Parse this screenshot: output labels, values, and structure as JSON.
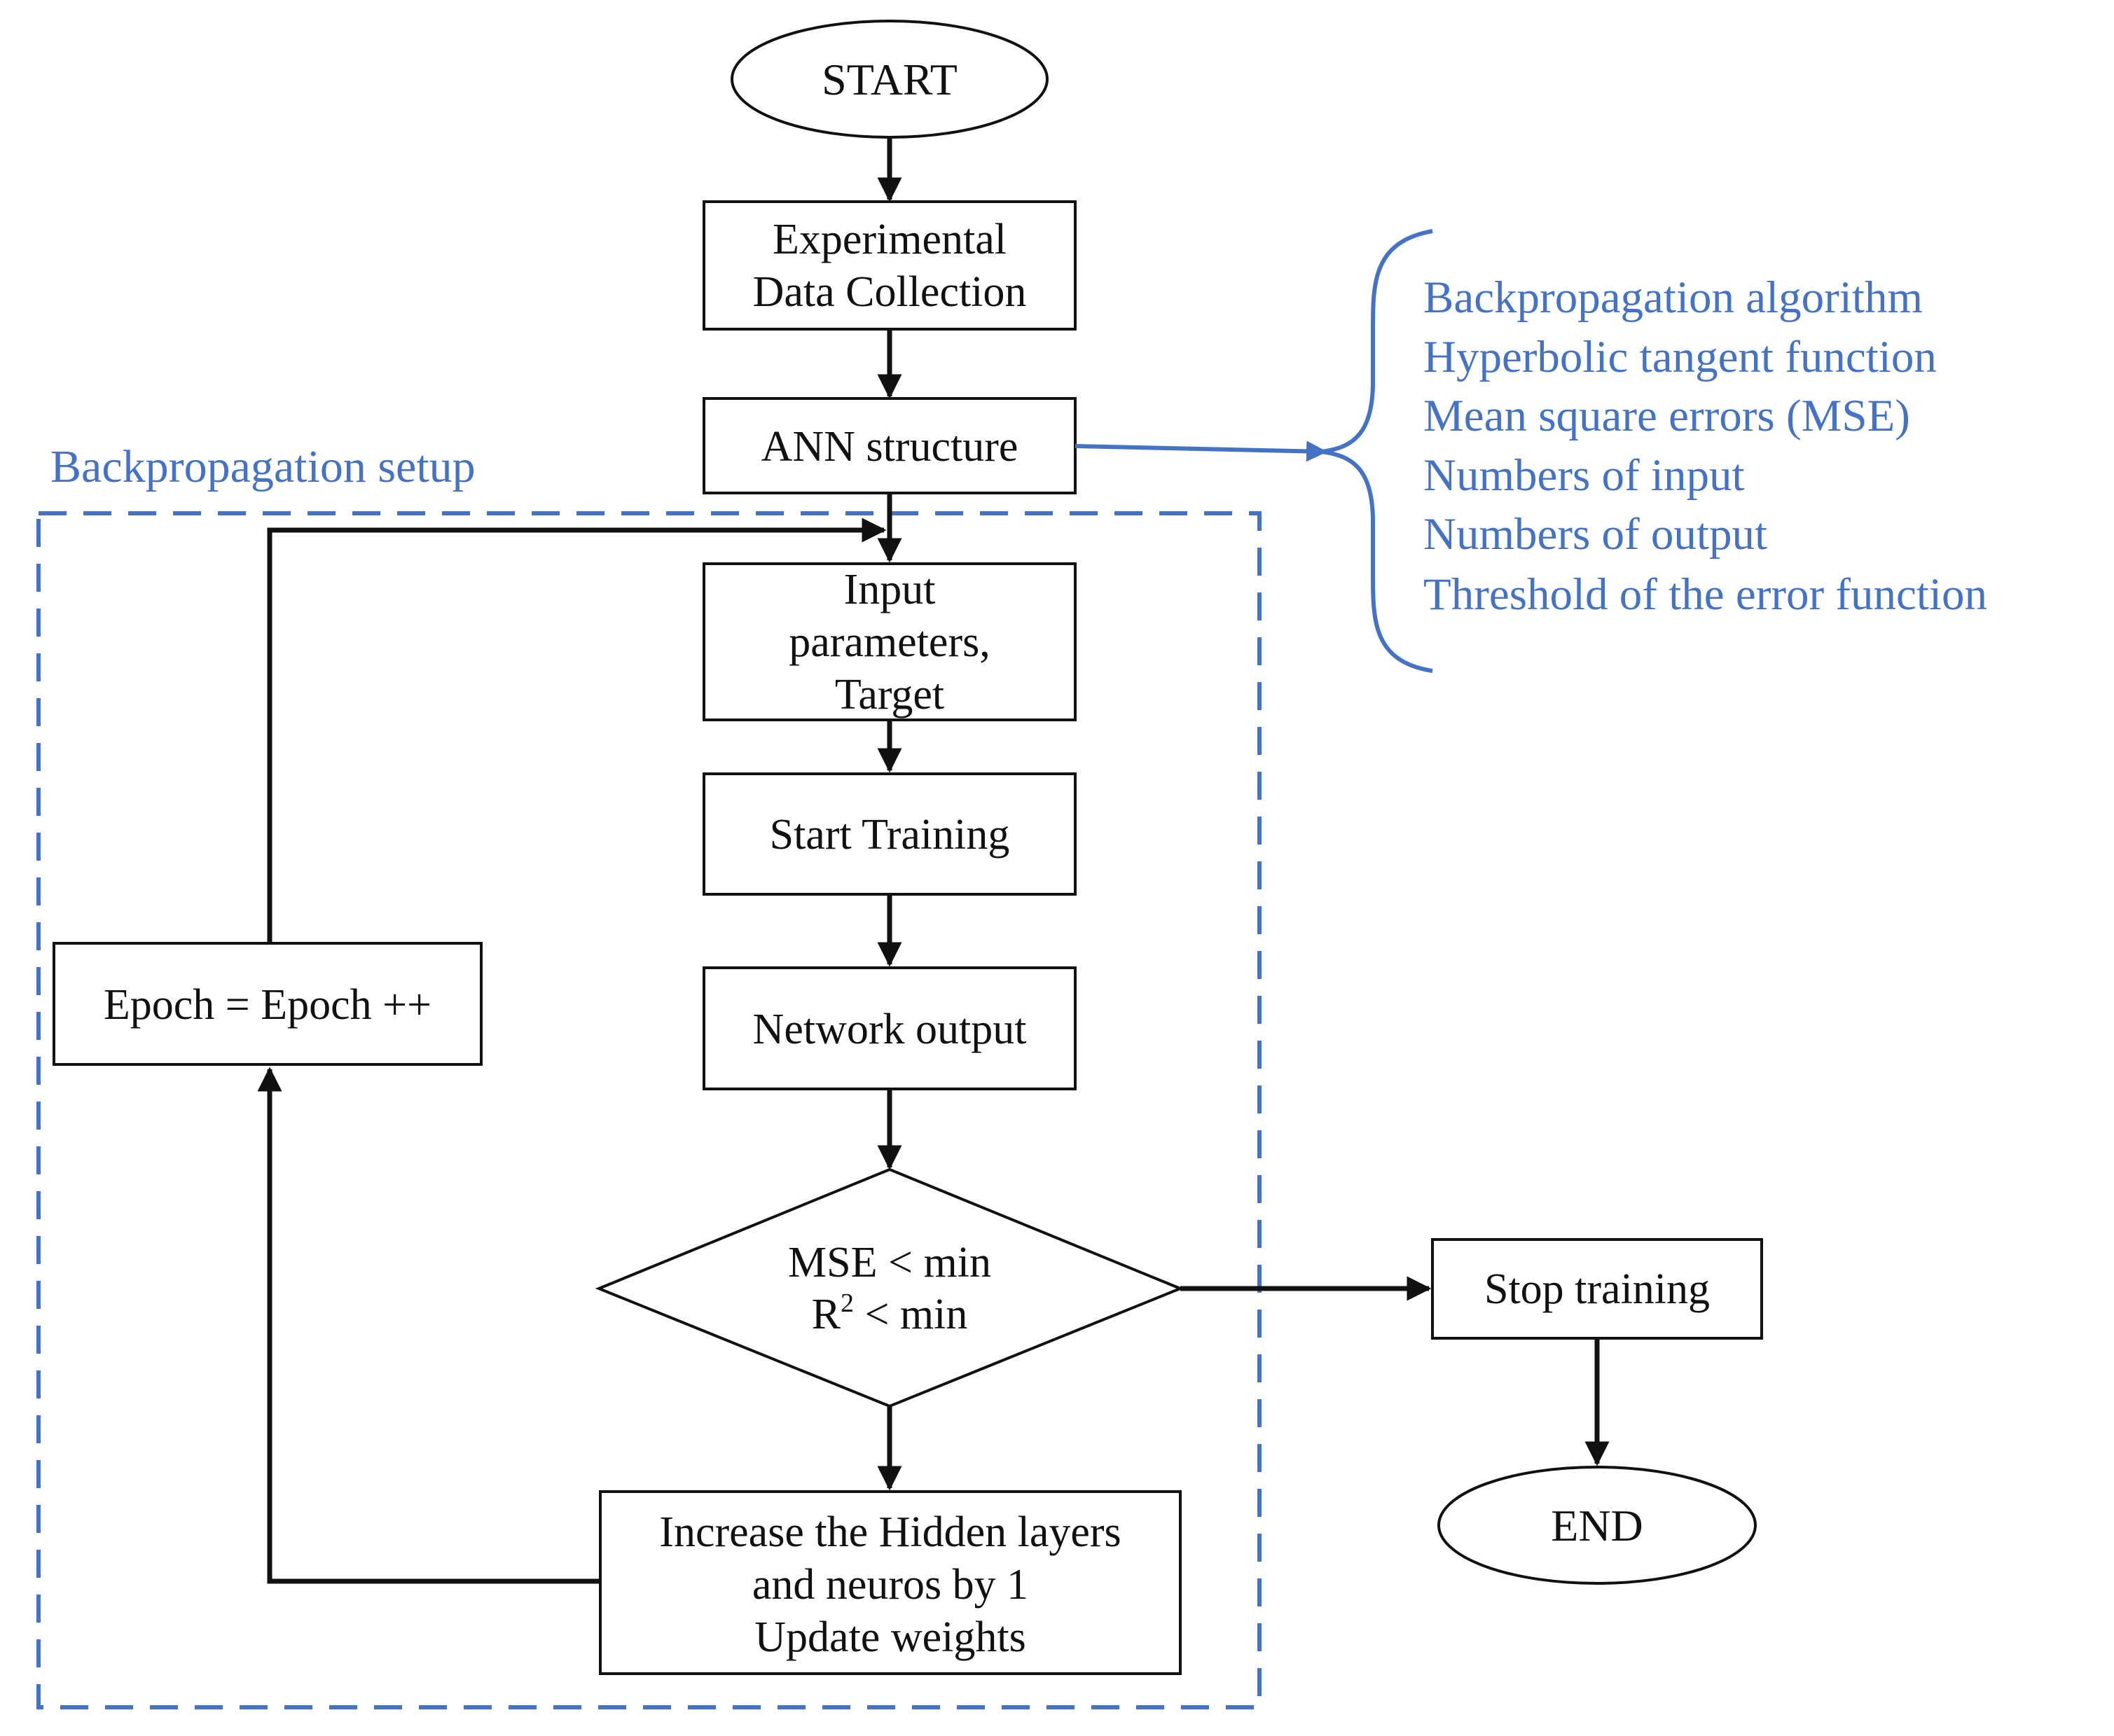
{
  "colors": {
    "line": "#111111",
    "accent": "#4472c4",
    "background": "#ffffff"
  },
  "nodes": {
    "start": "START",
    "data_collection": [
      "Experimental",
      "Data Collection"
    ],
    "ann_structure": "ANN structure",
    "input_params": [
      "Input",
      "parameters,",
      "Target"
    ],
    "start_training": "Start Training",
    "network_output": "Network output",
    "decision": {
      "line1": "MSE < min",
      "line2_main": "R",
      "line2_sup": "2",
      "line2_rest": " < min"
    },
    "increase": [
      "Increase the Hidden layers",
      "and  neuros by 1",
      "Update weights"
    ],
    "epoch": "Epoch = Epoch ++",
    "stop_training": "Stop training",
    "end": "END"
  },
  "backprop_setup_label": "Backpropagation setup",
  "ann_parameters": [
    "Backpropagation algorithm",
    "Hyperbolic tangent function",
    "Mean square errors (MSE)",
    "Numbers of input",
    "Numbers of output",
    "Threshold of the error function"
  ]
}
